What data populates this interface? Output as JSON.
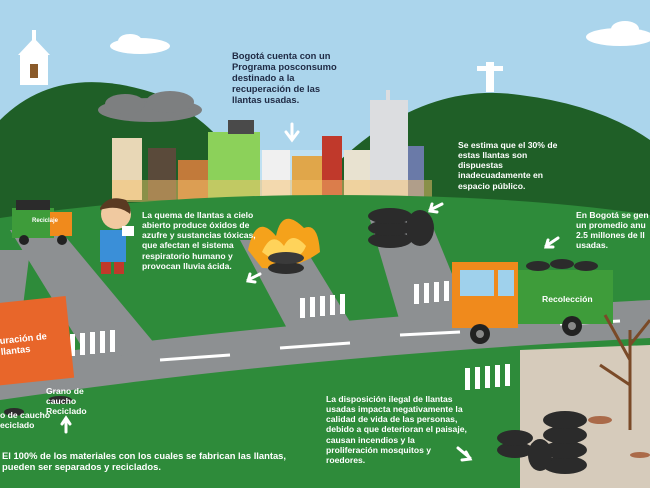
{
  "texts": {
    "program": "Bogotá cuenta con un Programa posconsumo destinado a la recuperación de las llantas usadas.",
    "quema": "La quema de llantas a cielo abierto produce óxidos de azufre y sustancias tóxicas, que afectan el sistema respiratorio humano y provocan lluvia ácida.",
    "estima": "Se estima que el 30% de estas llantas son dispuestas inadecuadamente en espacio público.",
    "bogota_prom": "En Bogotá se gen un promedio anu 2.5 millones de ll usadas.",
    "disposicion": "La disposición ilegal de llantas usadas impacta negativamente la calidad de vida de las personas, debido a que deterioran el paisaje, causan incendios y la proliferación mosquitos y roedores.",
    "cien": "El 100% de los materiales con los cuales se fabrican las llantas, pueden ser separados y reciclados.",
    "grano": "Grano de caucho Reciclado",
    "polvo": "o de caucho eciclado",
    "sign": "uración de llantas",
    "truck_label": "Recolección",
    "small_truck_label": "Reciclaje"
  },
  "colors": {
    "sky": "#bfe0f2",
    "grass": "#2e8b3a",
    "hill": "#22652a",
    "road": "#8d9092",
    "truck_orange": "#f08a1c",
    "truck_green": "#3e9c3a",
    "sign_orange": "#e8662a",
    "fire": "#f5a21b"
  }
}
